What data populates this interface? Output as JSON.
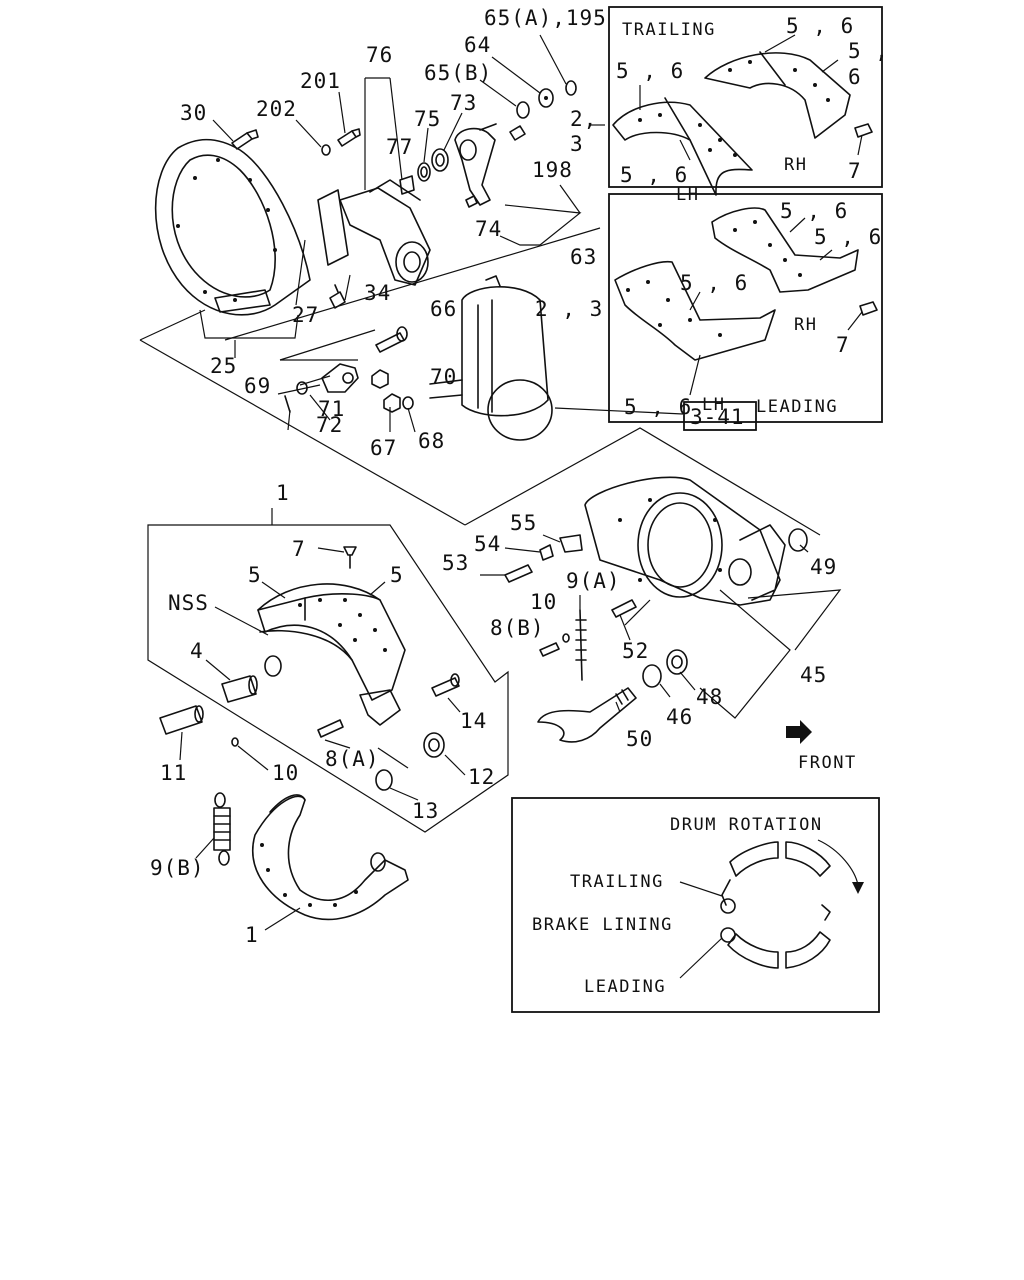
{
  "labels": {
    "p65a195": "65(A),195",
    "p64": "64",
    "p76": "76",
    "p65b": "65(B)",
    "p201": "201",
    "p202": "202",
    "p30": "30",
    "p75": "75",
    "p73": "73",
    "p77": "77",
    "p2_3_top": "2,",
    "p3_top": "3",
    "p198": "198",
    "p74": "74",
    "p63": "63",
    "p34": "34",
    "p27": "27",
    "p25": "25",
    "p66": "66",
    "p70": "70",
    "p69": "69",
    "p71": "71",
    "p72": "72",
    "p67": "67",
    "p68": "68",
    "p2_3_mid": "2 , 3",
    "p1_top": "1",
    "p7": "7",
    "p5_left": "5",
    "p5_right": "5",
    "nss": "NSS",
    "p4": "4",
    "p11": "11",
    "p10_left": "10",
    "p8a": "8(A)",
    "p14": "14",
    "p12": "12",
    "p13": "13",
    "p55": "55",
    "p54": "54",
    "p53": "53",
    "p9a": "9(A)",
    "p10_mid": "10",
    "p8b": "8(B)",
    "p52": "52",
    "p49": "49",
    "p45": "45",
    "p48": "48",
    "p46": "46",
    "p50": "50",
    "front": "FRONT",
    "p9b": "9(B)",
    "p1_bottom": "1"
  },
  "ref_box": {
    "label": "3-41"
  },
  "inset_trailing": {
    "title": "TRAILING",
    "p56_a": "5 , 6",
    "p56_b": "5 , 6",
    "p56_c": "5 ,",
    "p56_c2": "6",
    "p56_d": "5 , 6",
    "lh": "LH",
    "rh": "RH",
    "p7": "7"
  },
  "inset_leading": {
    "title": "LEADING",
    "p56_a": "5 , 6",
    "p56_b": "5 , 6",
    "p56_c": "5 , 6",
    "p56_d": "5 , 6",
    "lh": "LH",
    "rh": "RH",
    "p7": "7"
  },
  "inset_rotation": {
    "title": "DRUM ROTATION",
    "trailing": "TRAILING",
    "brake_lining": "BRAKE LINING",
    "leading": "LEADING"
  }
}
